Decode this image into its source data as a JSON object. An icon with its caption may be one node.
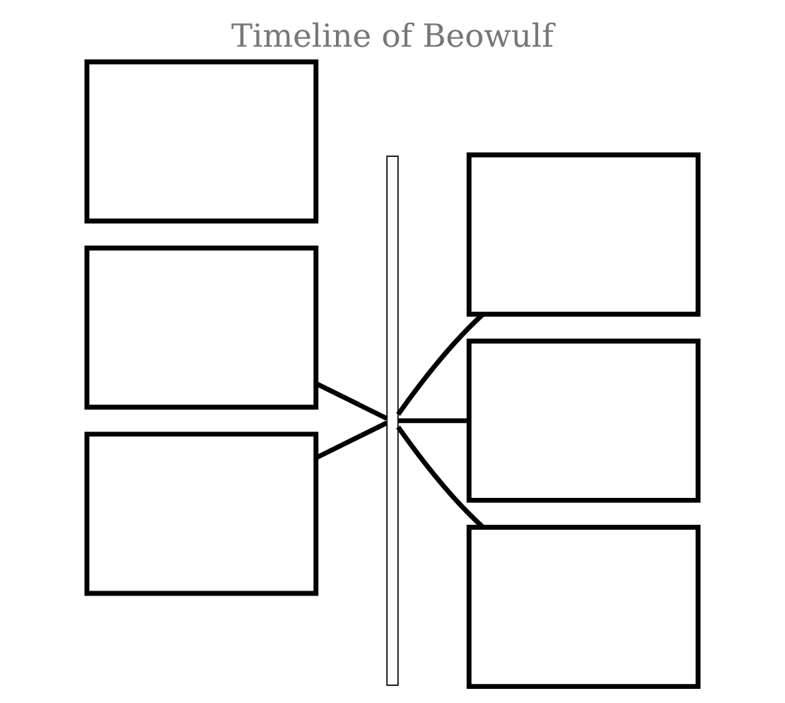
{
  "diagram": {
    "title": "Timeline of Beowulf",
    "nodes": [
      {
        "text": [],
        "shape": "bar"
      },
      {
        "text": [],
        "shape": "box"
      },
      {
        "text": [],
        "shape": "box"
      },
      {
        "text": [],
        "shape": "box"
      },
      {
        "text": [],
        "shape": "box"
      },
      {
        "text": [],
        "shape": "box"
      },
      {
        "text": [],
        "shape": "box"
      }
    ],
    "edges": [
      {
        "from": 1,
        "to": 0,
        "arrow": "none"
      },
      {
        "from": 2,
        "to": 0,
        "arrow": "none"
      },
      {
        "from": 0,
        "to": 4,
        "arrow": "none"
      },
      {
        "from": 0,
        "to": 5,
        "arrow": "none"
      },
      {
        "from": 0,
        "to": 6,
        "arrow": "none"
      }
    ]
  }
}
